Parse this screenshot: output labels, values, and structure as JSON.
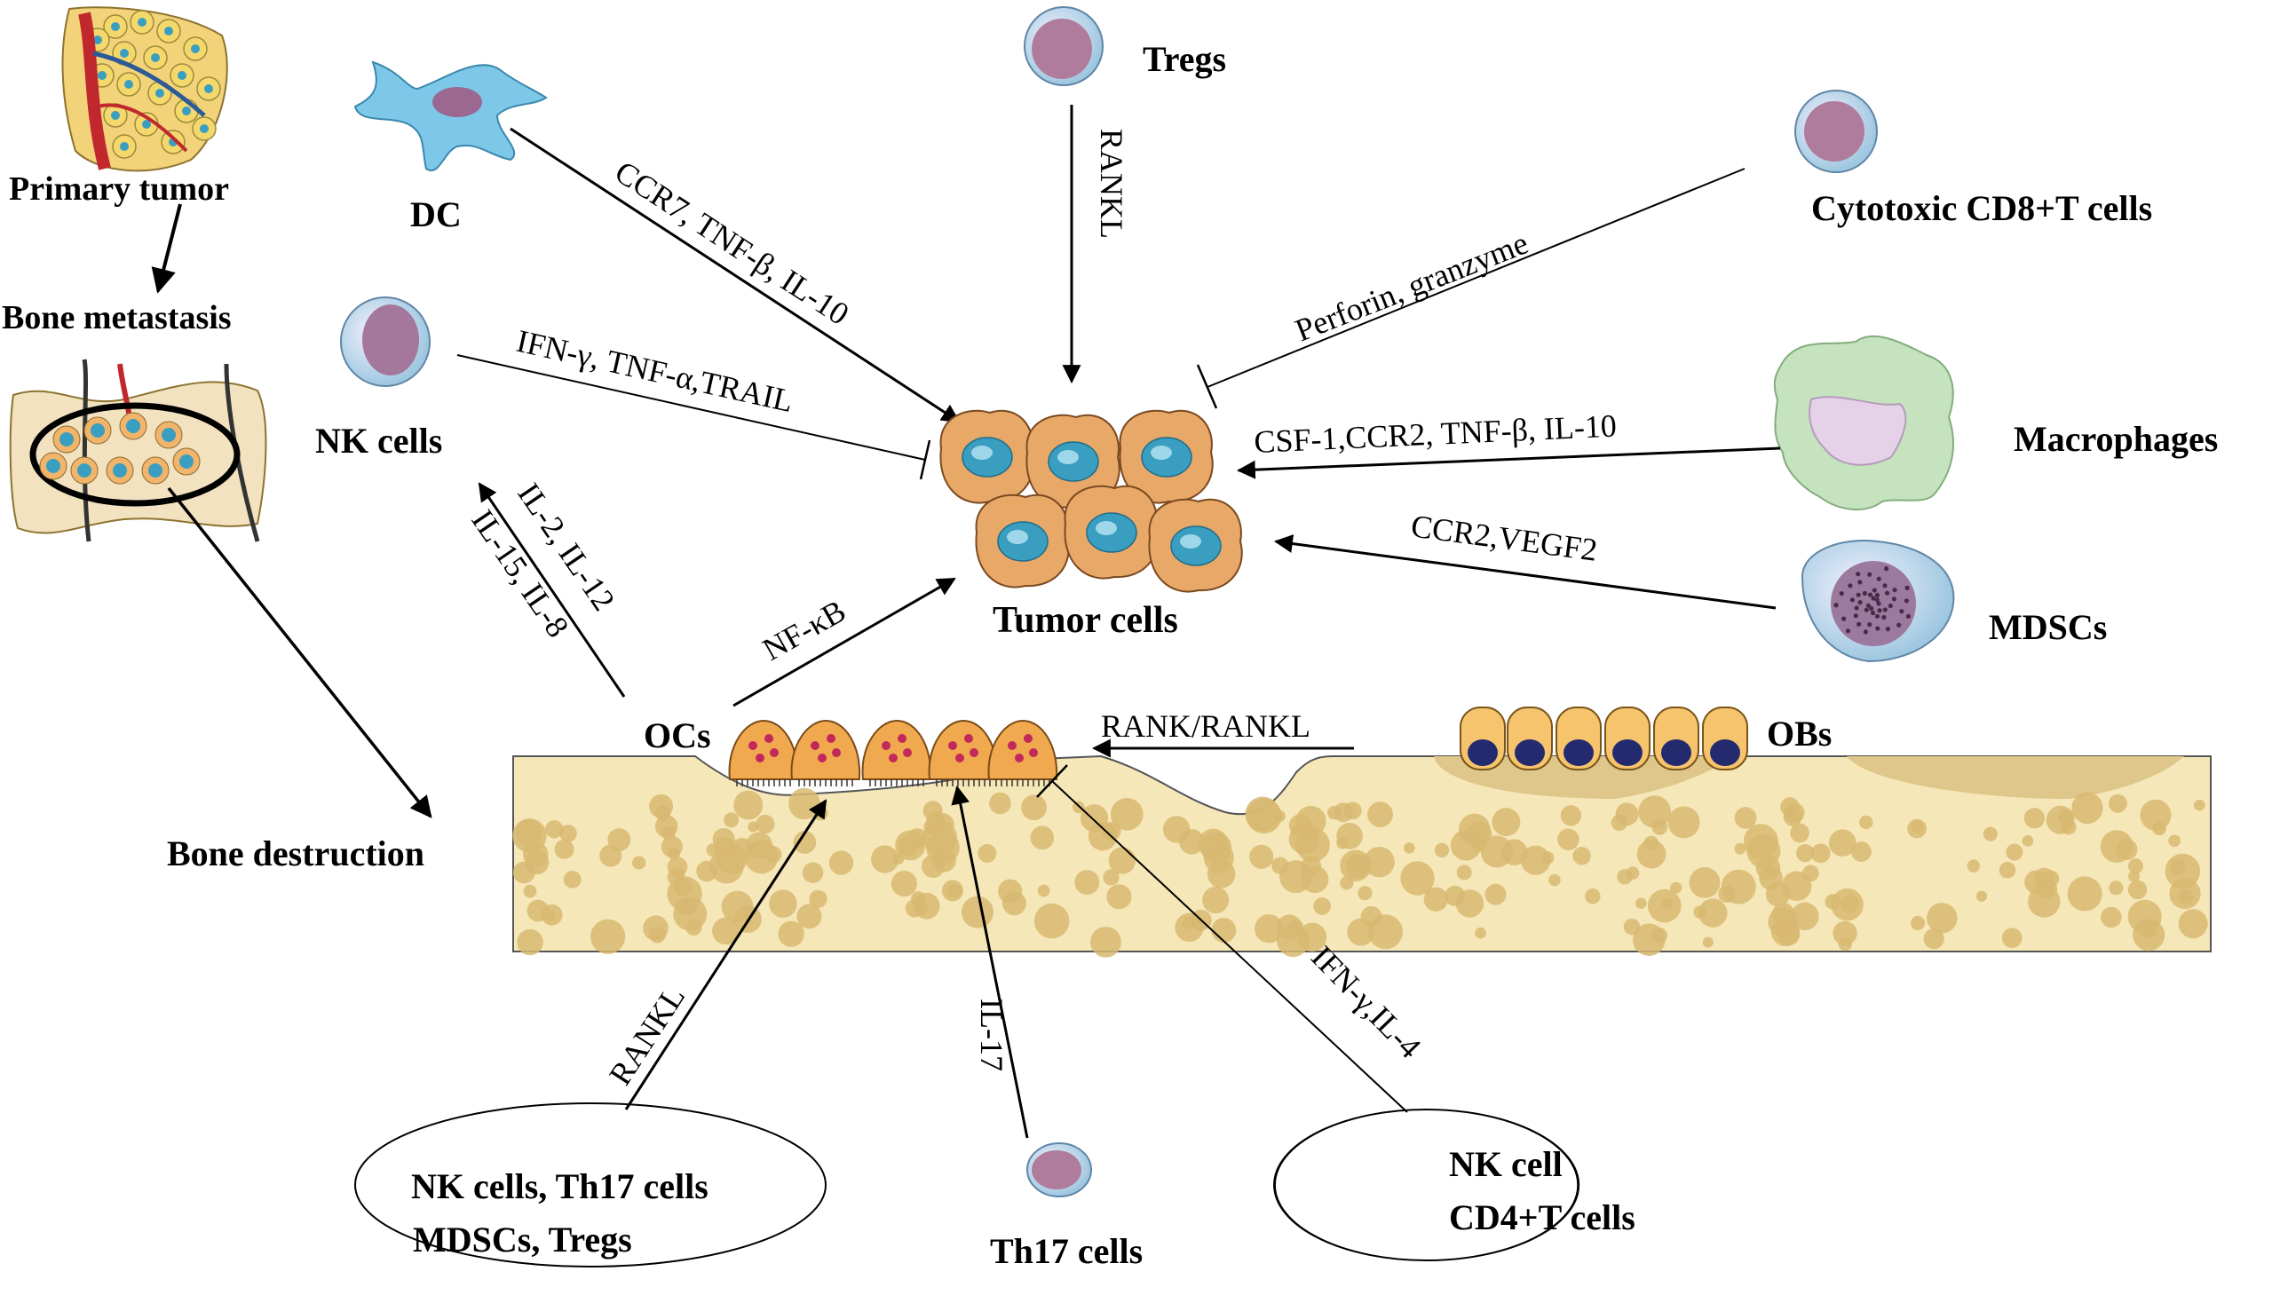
{
  "labels": {
    "primary_tumor": "Primary tumor",
    "bone_metastasis": "Bone metastasis",
    "bone_destruction": "Bone destruction",
    "dc": "DC",
    "tregs": "Tregs",
    "cd8": "Cytotoxic CD8+T cells",
    "nk_cells": "NK cells",
    "macrophages": "Macrophages",
    "tumor_cells": "Tumor cells",
    "mdscs": "MDSCs",
    "ocs": "OCs",
    "obs": "OBs",
    "th17_cells": "Th17 cells",
    "group_left_line1": "NK cells, Th17 cells",
    "group_left_line2": "MDSCs, Tregs",
    "group_right_line1": "NK cell",
    "group_right_line2": "CD4+T cells"
  },
  "edge_labels": {
    "dc_tumor": "CCR7, TNF-β, IL-10",
    "tregs_tumor": "RANKL",
    "cd8_tumor": "Perforin, granzyme",
    "nk_tumor": "IFN-γ,  TNF-α,TRAIL",
    "mac_tumor": "CSF-1,CCR2, TNF-β, IL-10",
    "mdsc_tumor": "CCR2,VEGF2",
    "oc_nk_a": "IL-2, IL-12",
    "oc_nk_b": "IL-15, IL-8",
    "oc_tumor": "NF-κB",
    "ob_oc": "RANK/RANKL",
    "group_oc": "RANKL",
    "th17_oc": "IL-17",
    "cd4_oc": "IFN-γ,IL-4"
  },
  "colors": {
    "tumor_cell_fill": "#e8a868",
    "tumor_nucleus": "#3a9ec0",
    "bone_fill": "#f5e7b8",
    "bone_pore": "#d8b871",
    "oc_fill": "#f0a94f",
    "ob_fill": "#f6c46d",
    "ob_nucleus": "#242a6e",
    "lymph_fill": "#b07c9c",
    "dc_fill": "#7dc8e8",
    "macrophage_fill": "#c6e3bf",
    "mdsc_fill": "#9c7aa0"
  }
}
